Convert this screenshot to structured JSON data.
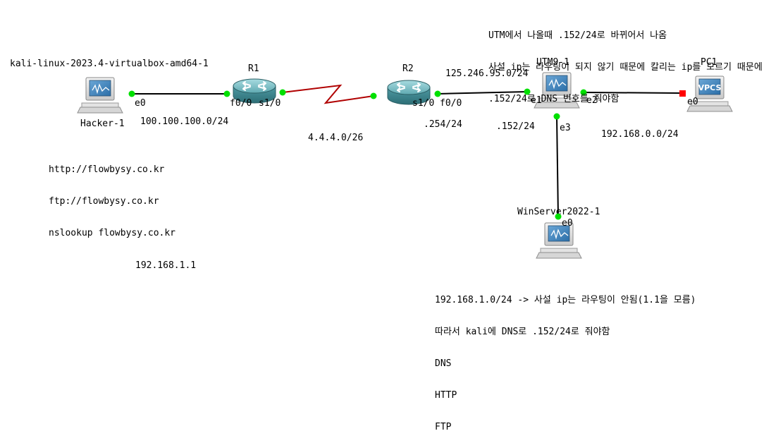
{
  "nodes": {
    "hacker": {
      "hostname": "kali-linux-2023.4-virtualbox-amd64-1",
      "label": "Hacker-1"
    },
    "r1": {
      "label": "R1"
    },
    "r2": {
      "label": "R2"
    },
    "utm": {
      "label": "UTM9-1"
    },
    "pc1": {
      "label": "PC1",
      "badge": "VPCS"
    },
    "winserver": {
      "label": "WinServer2022-1"
    }
  },
  "ports": {
    "hacker_e0": "e0",
    "r1_f00": "f0/0",
    "r1_s10": "s1/0",
    "r2_s10": "s1/0",
    "r2_f00": "f0/0",
    "utm_e1": "e1",
    "utm_e2": "e2",
    "utm_e3": "e3",
    "pc1_e0": "e0",
    "win_e0": "e0"
  },
  "networks": {
    "hacker_r1": "100.100.100.0/24",
    "r1_r2": "4.4.4.0/26",
    "r2_utm": "125.246.95.0/24",
    "r2_host": ".254/24",
    "utm_e1_host": ".152/24",
    "utm_pc1": "192.168.0.0/24",
    "lone_ip": "192.168.1.1"
  },
  "notes": {
    "utm_note": [
      "UTM에서 나올때 .152/24로 바뀌어서 나옴",
      "사설 ip는 라우팅이 되지 않기 때문에 칼리는 ip를 모르기 때문에",
      ".152/24로 DNS 번호를 줘야함"
    ],
    "hacker_note": [
      "http://flowbysy.co.kr",
      "ftp://flowbysy.co.kr",
      "nslookup flowbysy.co.kr"
    ],
    "server_note": [
      "192.168.1.0/24 -> 사설 ip는 라우팅이 안됨(1.1을 모름)",
      "따라서 kali에 DNS로 .152/24로 줘야함",
      "DNS",
      "HTTP",
      "FTP"
    ]
  },
  "colors": {
    "link_ethernet": "#000000",
    "link_serial": "#b00000",
    "port_up": "#00e000",
    "port_down": "#ff0000",
    "router_body": "#3f8f98",
    "router_top": "#7fc3ca",
    "monitor_screen": "#3d7fb0"
  },
  "icons": {
    "host": "computer-icon",
    "router": "router-icon",
    "vpcs": "vpcs-icon"
  }
}
